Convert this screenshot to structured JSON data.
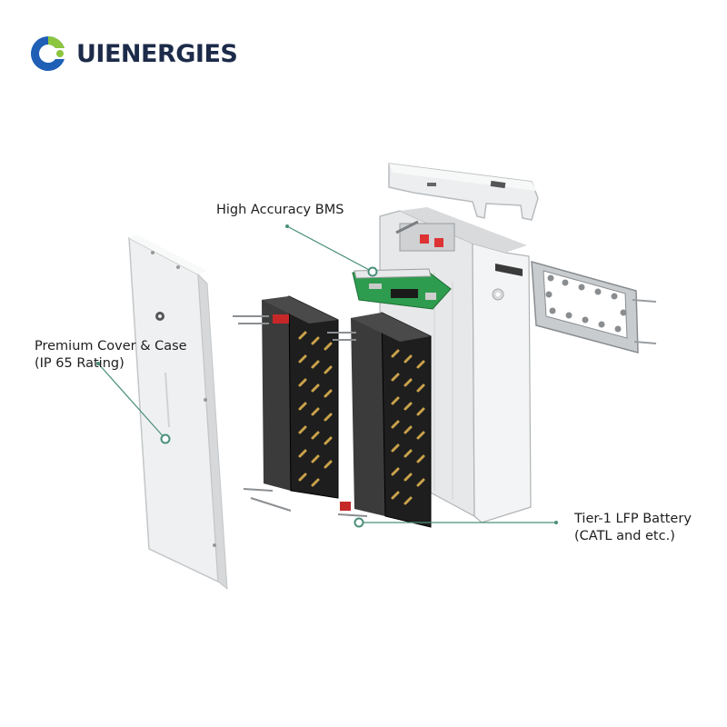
{
  "brand": {
    "name": "UIENERGIES",
    "colors": {
      "green": "#8cc63f",
      "blue": "#1f5fb5",
      "navy": "#1d2b4a"
    }
  },
  "callouts": {
    "bms": {
      "line1": "High Accuracy BMS"
    },
    "cover": {
      "line1": "Premium Cover & Case",
      "line2": "(IP 65 Rating)"
    },
    "battery": {
      "line1": "Tier-1 LFP Battery",
      "line2": "(CATL and etc.)"
    }
  },
  "theme": {
    "leader_color": "#4a8f7a",
    "module_gold": "#c9a24a",
    "pcb_green": "#2e9c4e"
  }
}
